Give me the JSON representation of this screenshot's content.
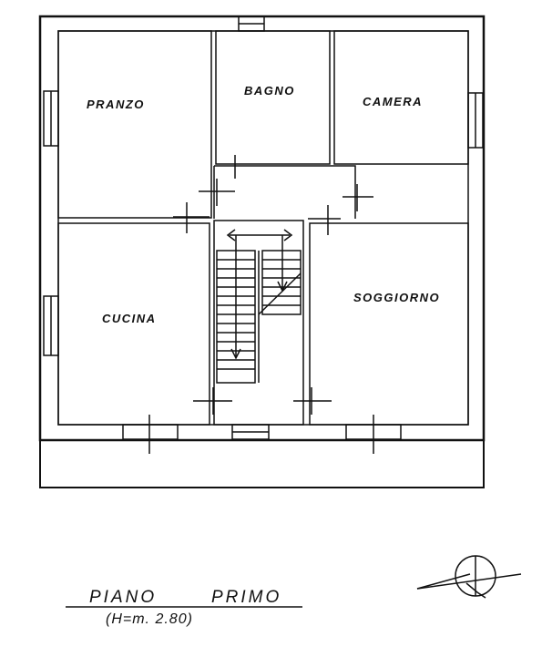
{
  "rooms": {
    "pranzo": "PRANZO",
    "bagno": "BAGNO",
    "camera": "CAMERA",
    "cucina": "CUCINA",
    "soggiorno": "SOGGIORNO"
  },
  "title": {
    "main_left": "PIANO",
    "main_right": "PRIMO",
    "subtitle": "(H=m. 2.80)"
  },
  "colors": {
    "ink": "#111111",
    "paper": "#ffffff"
  },
  "icons": {
    "north_arrow": "compass-circle-cross-icon"
  }
}
